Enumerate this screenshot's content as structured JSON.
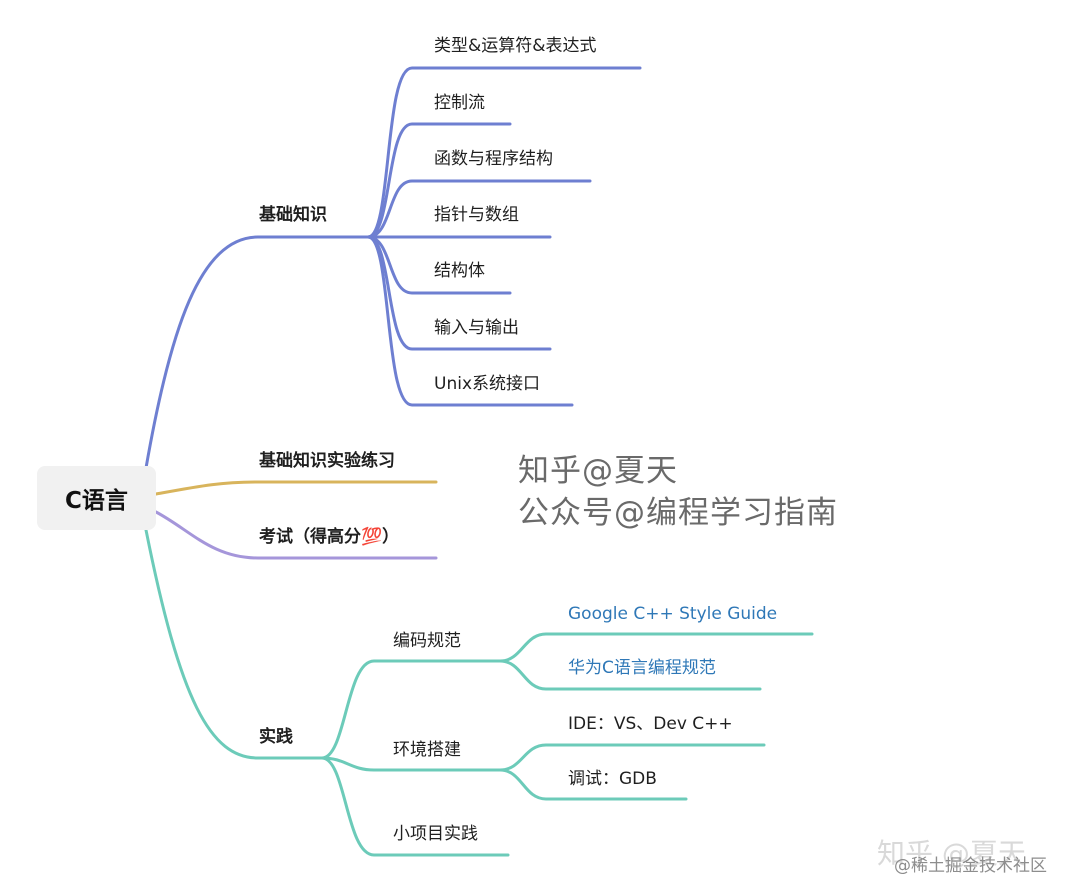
{
  "root": {
    "label": "C语言"
  },
  "colors": {
    "basics": "#6e7fd1",
    "lab": "#d8b45c",
    "exam": "#a596da",
    "practice": "#6ccbb9",
    "link_text": "#2f78b7"
  },
  "branches": {
    "basics": {
      "label": "基础知识",
      "children": [
        "类型&运算符&表达式",
        "控制流",
        "函数与程序结构",
        "指针与数组",
        "结构体",
        "输入与输出",
        "Unix系统接口"
      ]
    },
    "lab": {
      "label": "基础知识实验练习"
    },
    "exam": {
      "label": "考试（得高分💯）"
    },
    "practice": {
      "label": "实践",
      "children": [
        {
          "label": "编码规范",
          "children": [
            "Google C++ Style Guide",
            "华为C语言编程规范"
          ]
        },
        {
          "label": "环境搭建",
          "children": [
            "IDE：VS、Dev C++",
            "调试：GDB"
          ]
        },
        {
          "label": "小项目实践"
        }
      ]
    }
  },
  "watermark": {
    "line1": "知乎@夏天",
    "line2": "公众号@编程学习指南"
  },
  "corner_watermark": {
    "primary": "知乎 @夏天",
    "secondary": "@稀土掘金技术社区"
  }
}
